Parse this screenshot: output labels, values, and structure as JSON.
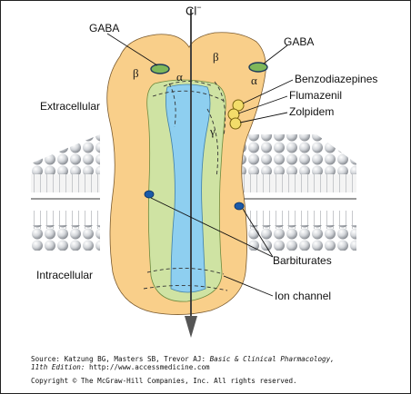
{
  "labels": {
    "ion": "Cl",
    "ion_charge": "−",
    "gaba_left": "GABA",
    "gaba_right": "GABA",
    "benzodiazepines": "Benzodiazepines",
    "flumazenil": "Flumazenil",
    "zolpidem": "Zolpidem",
    "extracellular": "Extracellular",
    "intracellular": "Intracellular",
    "barbiturates": "Barbiturates",
    "ion_channel": "Ion channel"
  },
  "subunits": {
    "beta_left": "β",
    "alpha_left": "α",
    "beta_right": "β",
    "alpha_right": "α",
    "gamma": "γ"
  },
  "caption": {
    "source_prefix": "Source: Katzung BG, Masters SB, Trevor AJ: ",
    "source_title": "Basic & Clinical Pharmacology,",
    "edition": "11th Edition:",
    "url": " http://www.accessmedicine.com",
    "copyright": "Copyright © The McGraw-Hill Companies, Inc. All rights reserved."
  },
  "colors": {
    "receptor_outer": "#f9cf8a",
    "receptor_middle": "#cfe3a3",
    "channel_pore": "#8ecff0",
    "membrane_head": "#d4d7db",
    "binding_site_gaba": "#7fb85a",
    "binding_site_barbiturate": "#1b5aa8",
    "benzodiazepine_site": "#f3dd6a"
  }
}
